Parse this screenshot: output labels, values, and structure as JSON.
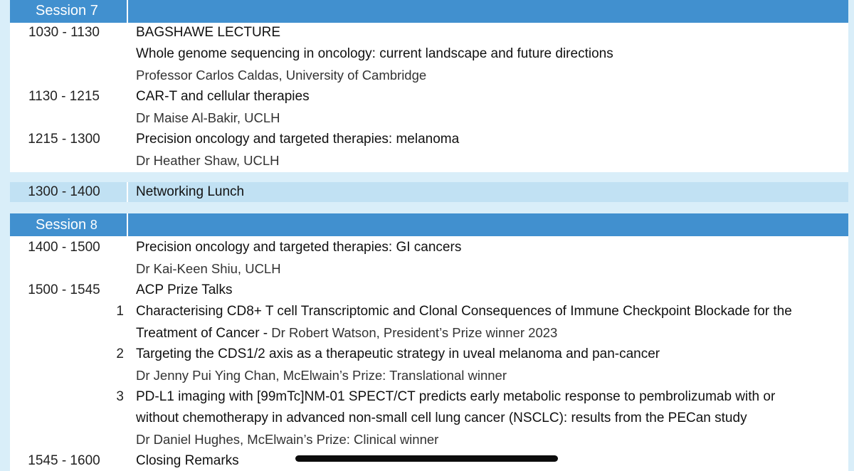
{
  "session7": {
    "label": "Session 7",
    "rows": [
      {
        "time": "1030 - 1130",
        "title": "BAGSHAWE LECTURE"
      },
      {
        "title": "Whole genome sequencing in oncology: current landscape and future directions"
      },
      {
        "speaker": "Professor Carlos Caldas, University of Cambridge"
      },
      {
        "time": "1130 - 1215",
        "title": "CAR-T and cellular therapies"
      },
      {
        "speaker": "Dr Maise Al-Bakir, UCLH"
      },
      {
        "time": "1215 - 1300",
        "title": "Precision oncology and targeted therapies: melanoma"
      },
      {
        "speaker": "Dr Heather Shaw, UCLH"
      }
    ]
  },
  "lunch": {
    "time": "1300 - 1400",
    "title": "Networking Lunch"
  },
  "session8": {
    "label_word": "Session",
    "label_num": "8",
    "rows": [
      {
        "time": "1400 - 1500",
        "title": "Precision oncology and targeted therapies: GI cancers"
      },
      {
        "speaker": "Dr Kai-Keen Shiu, UCLH"
      },
      {
        "time": "1500 - 1545",
        "title": "ACP Prize Talks"
      }
    ],
    "talks": [
      {
        "num": "1",
        "title_line1": "Characterising CD8+ T cell Transcriptomic and Clonal Consequences of Immune Checkpoint Blockade for the",
        "title_line2": "Treatment of Cancer -",
        "speaker": " Dr Robert Watson, President’s Prize winner 2023"
      },
      {
        "num": "2",
        "title_line1": "Targeting the CDS1/2 axis as a therapeutic strategy in uveal melanoma and pan-cancer",
        "speaker": "Dr Jenny Pui Ying Chan, McElwain’s Prize: Translational winner"
      },
      {
        "num": "3",
        "title_line1": "PD-L1 imaging with [99mTc]NM-01 SPECT/CT predicts early metabolic response to pembrolizumab with or",
        "title_line2": "without chemotherapy in advanced non-small cell lung cancer (NSCLC): results from the PECan study",
        "speaker": "Dr Daniel Hughes, McElwain’s Prize: Clinical winner"
      }
    ],
    "closing": {
      "time": "1545 - 1600",
      "title": "Closing Remarks"
    }
  }
}
